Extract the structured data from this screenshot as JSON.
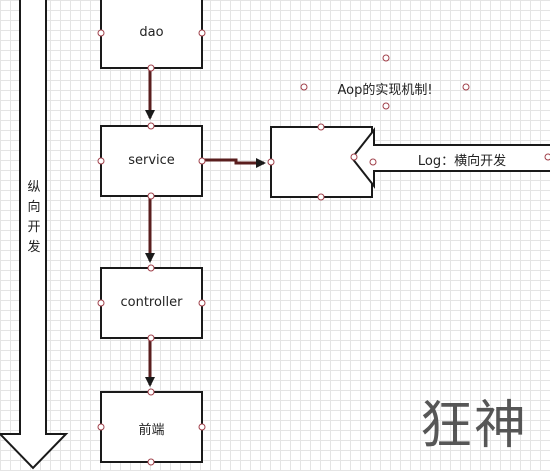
{
  "diagram": {
    "nodes": {
      "dao": "dao",
      "service": "service",
      "controller": "controller",
      "frontend": "前端"
    },
    "aop_note": "Aop的实现机制!",
    "log_arrow_label": "Log：横向开发",
    "vertical_arrow_label": "纵向开发",
    "watermark_text": "狂神"
  },
  "colors": {
    "stroke": "#1a1a1a",
    "connector": "#5a1e1e",
    "handle": "#a0404a"
  }
}
